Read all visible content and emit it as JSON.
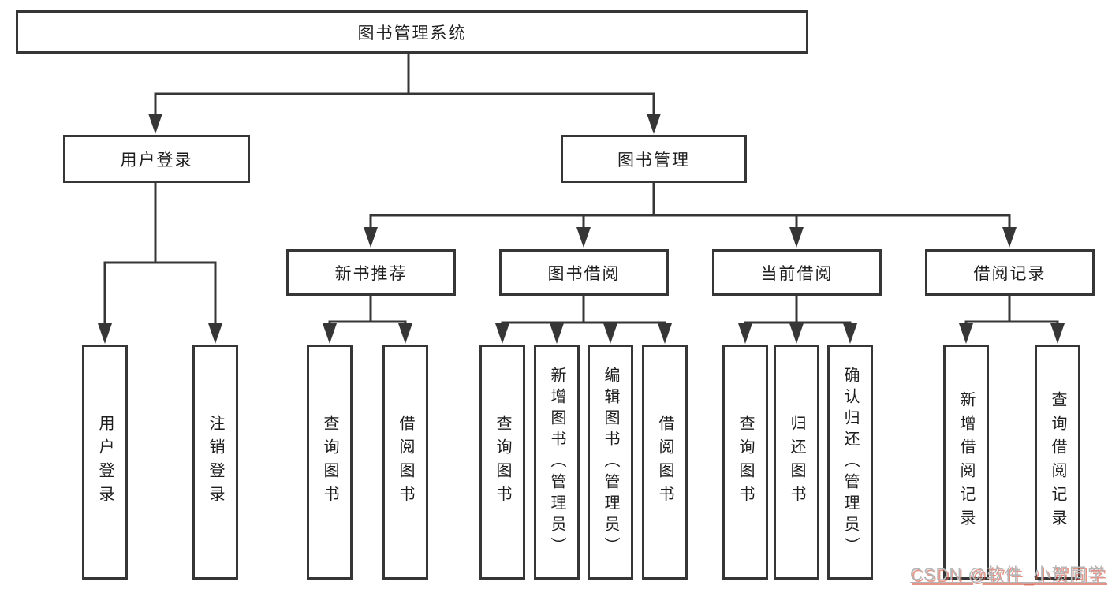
{
  "diagram": {
    "type": "hierarchy-tree",
    "tree": {
      "label": "图书管理系统",
      "children": [
        {
          "label": "用户登录",
          "children": [
            {
              "label": "用户登录"
            },
            {
              "label": "注销登录"
            }
          ]
        },
        {
          "label": "图书管理",
          "children": [
            {
              "label": "新书推荐",
              "children": [
                {
                  "label": "查询图书"
                },
                {
                  "label": "借阅图书"
                }
              ]
            },
            {
              "label": "图书借阅",
              "children": [
                {
                  "label": "查询图书"
                },
                {
                  "label": "新增图书（管理员）"
                },
                {
                  "label": "编辑图书（管理员）"
                },
                {
                  "label": "借阅图书"
                }
              ]
            },
            {
              "label": "当前借阅",
              "children": [
                {
                  "label": "查询图书"
                },
                {
                  "label": "归还图书"
                },
                {
                  "label": "确认归还（管理员）"
                }
              ]
            },
            {
              "label": "借阅记录",
              "children": [
                {
                  "label": "新增借阅记录"
                },
                {
                  "label": "查询借阅记录"
                }
              ]
            }
          ]
        }
      ]
    }
  },
  "watermark": {
    "text": "CSDN @软件_小贺同学"
  },
  "colors": {
    "line": "#363636",
    "text": "#1e1e1e",
    "background": "#ffffff",
    "watermark_gray": "#b4b6b8",
    "watermark_red": "#d65a46"
  }
}
